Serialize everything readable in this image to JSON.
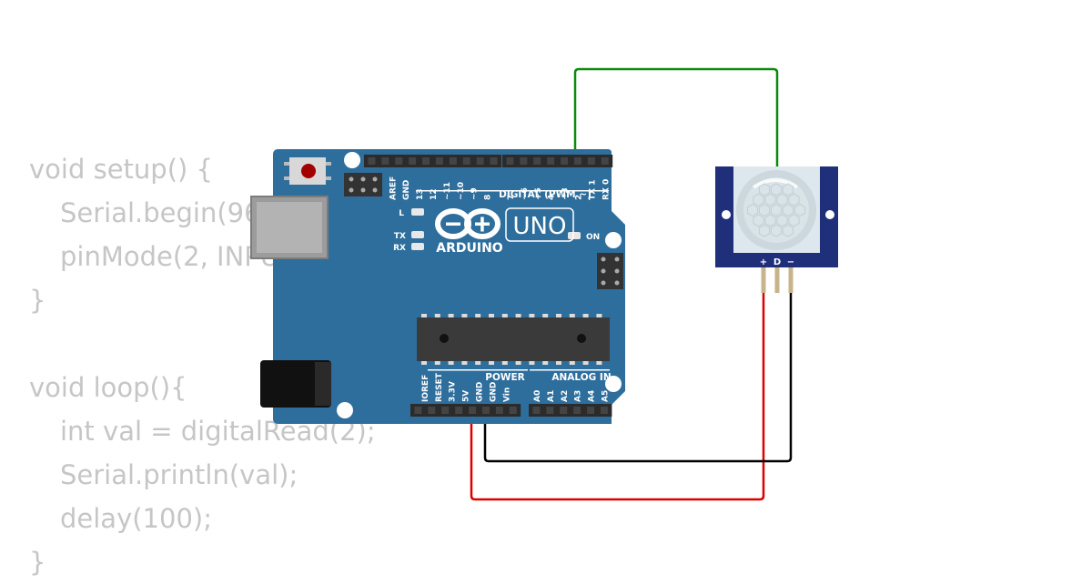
{
  "code": {
    "lines": [
      {
        "text": "void setup() {",
        "indent": 0
      },
      {
        "text": "Serial.begin(9600);",
        "indent": 1
      },
      {
        "text": "pinMode(2, INPUT);",
        "indent": 1
      },
      {
        "text": "}",
        "indent": 0
      },
      {
        "text": "",
        "indent": 0
      },
      {
        "text": "void loop(){",
        "indent": 0
      },
      {
        "text": "int val = digitalRead(2);",
        "indent": 1
      },
      {
        "text": "Serial.println(val);",
        "indent": 1
      },
      {
        "text": "delay(100);",
        "indent": 1
      },
      {
        "text": "}",
        "indent": 0
      }
    ]
  },
  "arduino": {
    "brand": "ARDUINO",
    "model": "UNO",
    "digital_header": "DIGITAL (PWM ~)",
    "digital_pins": [
      "AREF",
      "GND",
      "13",
      "12",
      "~11",
      "~10",
      "~9",
      "8",
      "7",
      "~6",
      "~5",
      "4",
      "~3",
      "2",
      "TX 1",
      "RX 0"
    ],
    "power_header": "POWER",
    "power_pins": [
      "IOREF",
      "RESET",
      "3.3V",
      "5V",
      "GND",
      "GND",
      "Vin"
    ],
    "analog_header": "ANALOG IN",
    "analog_pins": [
      "A0",
      "A1",
      "A2",
      "A3",
      "A4",
      "A5"
    ],
    "led_l": "L",
    "led_tx": "TX",
    "led_rx": "RX",
    "led_on": "ON",
    "board_color": "#2e6e9c"
  },
  "sensor": {
    "pin_labels": [
      "+",
      "D",
      "−"
    ],
    "board_color": "#1f2f7a"
  },
  "wires": {
    "signal_color": "#0a8a0a",
    "power_color": "#dd0000",
    "ground_color": "#000000"
  }
}
